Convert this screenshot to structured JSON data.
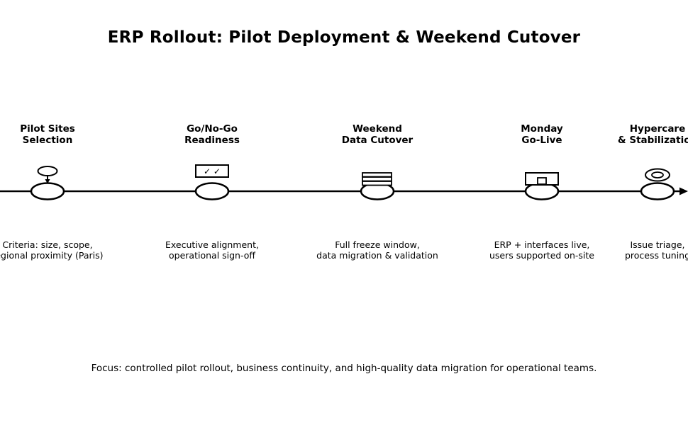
{
  "title": "ERP Rollout: Pilot Deployment & Weekend Cutover",
  "footer": "Focus: controlled pilot rollout, business continuity, and high-quality data migration for operational teams.",
  "stages": [
    {
      "label_lines": [
        "Pilot Sites",
        "Selection"
      ],
      "desc_lines": [
        "Criteria: size, scope,",
        "regional proximity (Paris)"
      ],
      "icon": "location-pin-icon"
    },
    {
      "label_lines": [
        "Go/No-Go",
        "Readiness"
      ],
      "desc_lines": [
        "Executive alignment,",
        "operational sign-off"
      ],
      "icon": "checklist-icon",
      "icon_text": "✓ ✓"
    },
    {
      "label_lines": [
        "Weekend",
        "Data Cutover"
      ],
      "desc_lines": [
        "Full freeze window,",
        "data migration & validation"
      ],
      "icon": "database-stack-icon"
    },
    {
      "label_lines": [
        "Monday",
        "Go-Live"
      ],
      "desc_lines": [
        "ERP + interfaces live,",
        "users supported on-site"
      ],
      "icon": "monitor-icon"
    },
    {
      "label_lines": [
        "Hypercare",
        "& Stabilization"
      ],
      "desc_lines": [
        "Issue triage,",
        "process tuning"
      ],
      "icon": "support-ring-icon"
    }
  ]
}
